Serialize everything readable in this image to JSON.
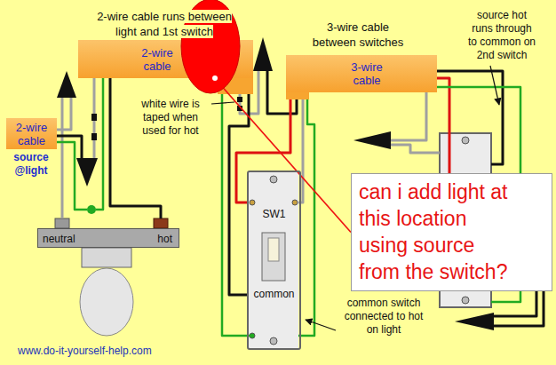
{
  "diagram": {
    "nodes": [
      {
        "text": [
          "2-wire cable"
        ]
      },
      {
        "text": [
          "3-wire cable"
        ]
      },
      {
        "text": [
          "2-wire cable"
        ]
      },
      {
        "text": [
          "can i add light at this location using source from the switch?"
        ]
      },
      {
        "text": [
          "SW1",
          "common"
        ]
      },
      {
        "text": [
          "neutral",
          "hot"
        ]
      }
    ],
    "edges": [
      {
        "from": 0,
        "to": 3,
        "arrow": "none"
      }
    ],
    "labels": [
      "2-wire cable runs between light and 1st switch",
      "3-wire cable between switches",
      "source hot runs through to common on 2nd switch",
      "source @light",
      "white wire is taped when used for hot",
      "common switch connected to hot on light",
      "www.do-it-yourself-help.com"
    ]
  }
}
